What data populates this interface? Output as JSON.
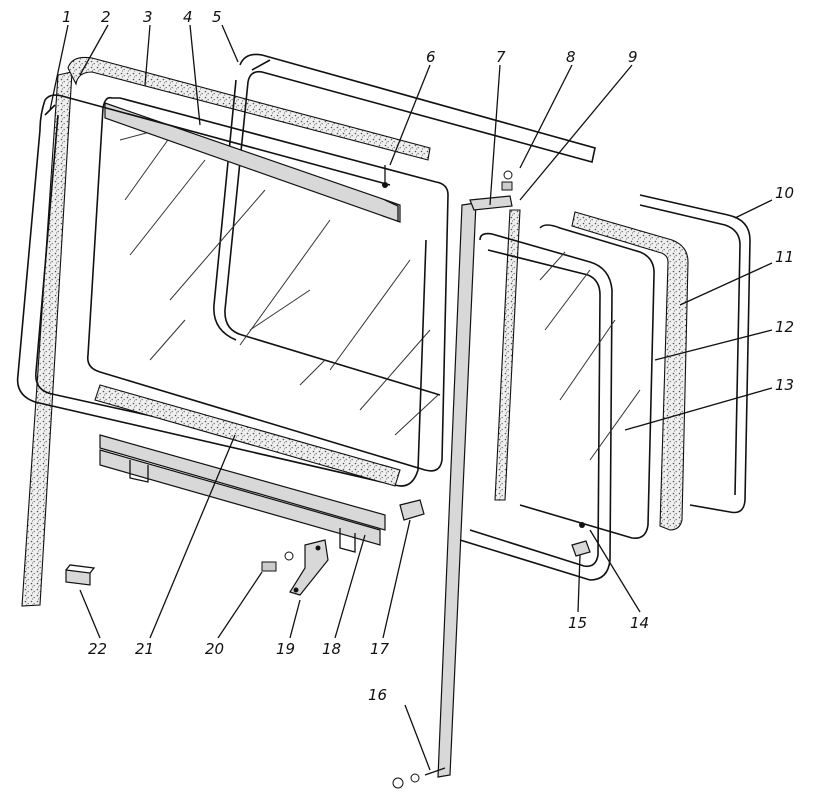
{
  "labels": {
    "n1": "1",
    "n2": "2",
    "n3": "3",
    "n4": "4",
    "n5": "5",
    "n6": "6",
    "n7": "7",
    "n8": "8",
    "n9": "9",
    "n10": "10",
    "n11": "11",
    "n12": "12",
    "n13": "13",
    "n14": "14",
    "n15": "15",
    "n16": "16",
    "n17": "17",
    "n18": "18",
    "n19": "19",
    "n20": "20",
    "n21": "21",
    "n22": "22"
  }
}
